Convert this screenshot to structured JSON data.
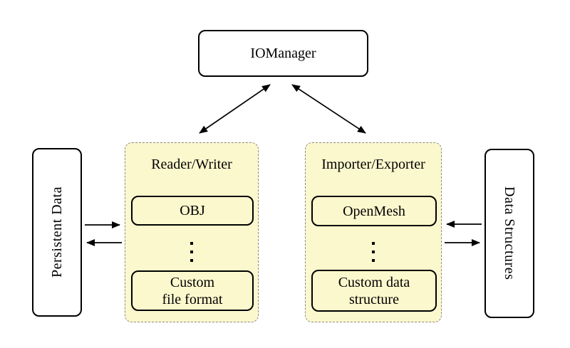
{
  "diagram": {
    "nodes": {
      "iomanager": {
        "label": "IOManager"
      },
      "reader_writer": {
        "title": "Reader/Writer",
        "items": [
          {
            "lines": [
              "OBJ"
            ]
          },
          {
            "lines": [
              "Custom",
              "file format"
            ]
          }
        ]
      },
      "importer_exporter": {
        "title": "Importer/Exporter",
        "items": [
          {
            "lines": [
              "OpenMesh"
            ]
          },
          {
            "lines": [
              "Custom data",
              "structure"
            ]
          }
        ]
      },
      "persistent_data": {
        "label": "Persistent Data"
      },
      "data_structures": {
        "label": "Data Structures"
      }
    },
    "edges": [
      {
        "from": "iomanager",
        "to": "reader_writer",
        "style": "double-arrow"
      },
      {
        "from": "iomanager",
        "to": "importer_exporter",
        "style": "double-arrow"
      },
      {
        "from": "persistent_data",
        "to": "reader_writer",
        "style": "arrow"
      },
      {
        "from": "reader_writer",
        "to": "persistent_data",
        "style": "arrow"
      },
      {
        "from": "data_structures",
        "to": "importer_exporter",
        "style": "arrow"
      },
      {
        "from": "importer_exporter",
        "to": "data_structures",
        "style": "arrow"
      }
    ],
    "icons": {
      "vdots": "vertical-ellipsis"
    },
    "colors": {
      "group_fill": "#fcf8cd",
      "group_border": "#8a8a8a",
      "node_fill": "#ffffff",
      "node_border": "#000000",
      "arrow": "#000000",
      "text": "#000000"
    }
  }
}
